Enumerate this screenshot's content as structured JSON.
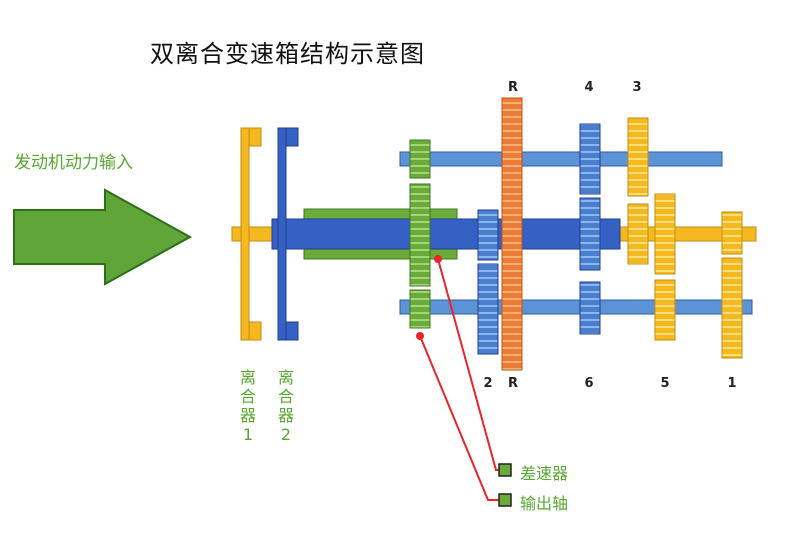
{
  "title": "双离合变速箱结构示意图",
  "input_label": "发动机动力输入",
  "clutches": [
    {
      "chars": [
        "离",
        "合",
        "器",
        "1"
      ]
    },
    {
      "chars": [
        "离",
        "合",
        "器",
        "2"
      ]
    }
  ],
  "top_gear_labels": [
    "R",
    "4",
    "3"
  ],
  "bottom_gear_labels": [
    "2",
    "R",
    "6",
    "5",
    "1"
  ],
  "legend": {
    "differential": "差速器",
    "output_shaft": "输出轴"
  },
  "colors": {
    "orange": "#f5b820",
    "blue": "#3a6fc8",
    "light_blue": "#5b93d6",
    "green": "#6aab3c",
    "red_gear": "#ee7c35",
    "red_line": "#e8242c",
    "label_green": "#5aa832"
  }
}
